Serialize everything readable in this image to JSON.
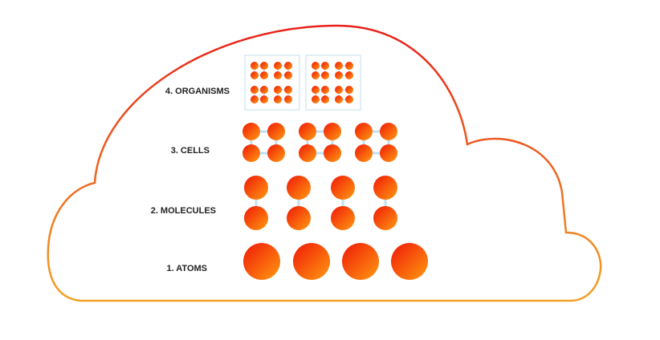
{
  "levels": [
    {
      "label": "4. ORGANISMS"
    },
    {
      "label": "3. CELLS"
    },
    {
      "label": "2. MOLECULES"
    },
    {
      "label": "1. ATOMS"
    }
  ],
  "colors": {
    "cloud_top": "#e8201a",
    "cloud_bottom": "#f2a324",
    "sphere_light": "#ff9a10",
    "sphere_dark": "#f01808",
    "bond": "#bfe0f2",
    "box": "#cfe6f2"
  }
}
